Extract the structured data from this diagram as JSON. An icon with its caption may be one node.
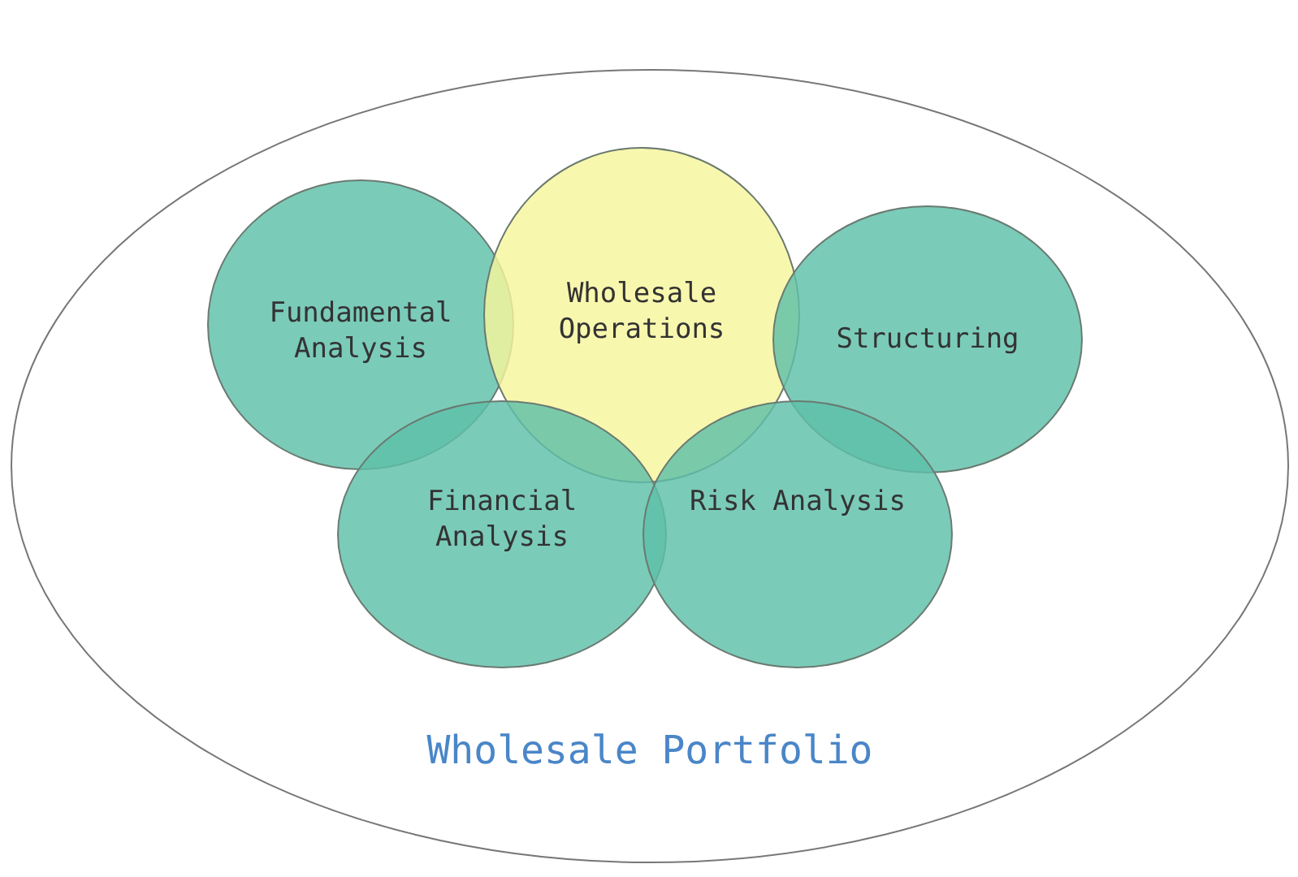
{
  "diagram": {
    "nodes": [
      {
        "text": [
          "Wholesale Portfolio"
        ]
      },
      {
        "text": [
          "Fundamental Analysis"
        ],
        "in": 0
      },
      {
        "text": [
          "Wholesale Operations"
        ],
        "in": 0
      },
      {
        "text": [
          "Structuring"
        ],
        "in": 0
      },
      {
        "text": [
          "Financial Analysis"
        ],
        "in": 0
      },
      {
        "text": [
          "Risk Analysis"
        ],
        "in": 0
      }
    ]
  }
}
